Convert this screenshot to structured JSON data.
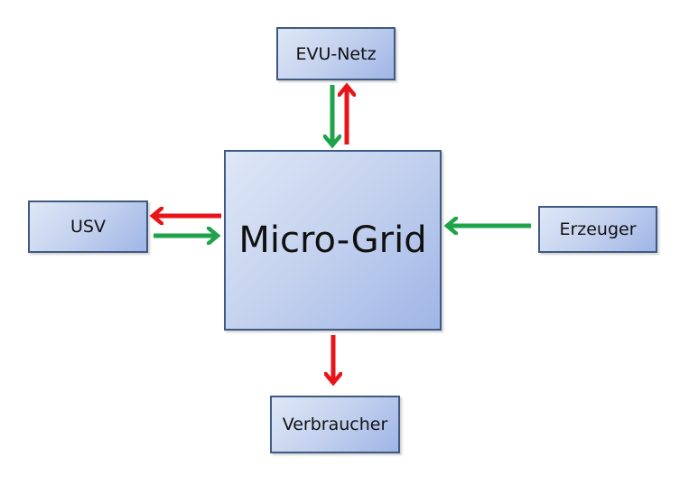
{
  "diagram": {
    "center": {
      "label": "Micro-Grid"
    },
    "nodes": [
      {
        "id": "evu",
        "label": "EVU-Netz"
      },
      {
        "id": "usv",
        "label": "USV"
      },
      {
        "id": "erz",
        "label": "Erzeuger"
      },
      {
        "id": "verb",
        "label": "Verbraucher"
      }
    ],
    "flows": [
      {
        "from": "EVU-Netz",
        "to": "Micro-Grid",
        "color": "#1fa34a"
      },
      {
        "from": "Micro-Grid",
        "to": "EVU-Netz",
        "color": "#e8141a"
      },
      {
        "from": "Micro-Grid",
        "to": "USV",
        "color": "#e8141a"
      },
      {
        "from": "USV",
        "to": "Micro-Grid",
        "color": "#1fa34a"
      },
      {
        "from": "Erzeuger",
        "to": "Micro-Grid",
        "color": "#1fa34a"
      },
      {
        "from": "Micro-Grid",
        "to": "Verbraucher",
        "color": "#e8141a"
      }
    ],
    "colors": {
      "supply": "#1fa34a",
      "demand": "#e8141a",
      "box_border": "#3f5a80"
    }
  }
}
